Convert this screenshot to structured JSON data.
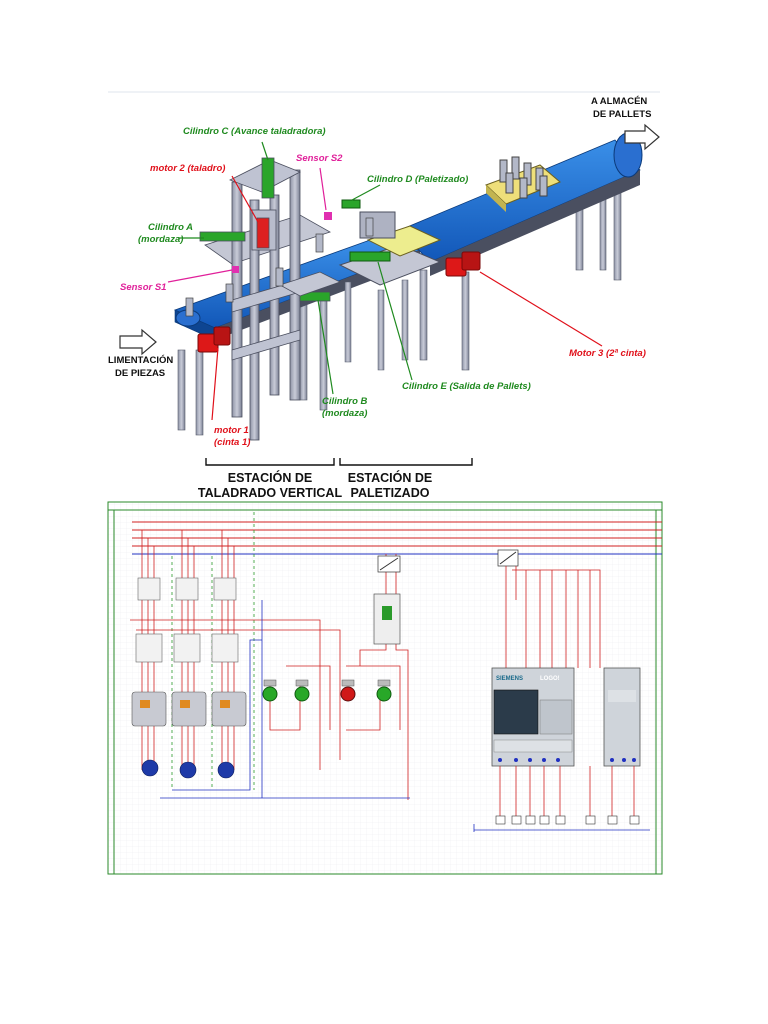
{
  "machine": {
    "labels": {
      "cyl_c": "Cilindro C (Avance taladradora)",
      "motor2": "motor 2 (taladro)",
      "sensor_s2": "Sensor S2",
      "cyl_d": "Cilindro D (Paletizado)",
      "cyl_a_1": "Cilindro A",
      "cyl_a_2": "(mordaza)",
      "sensor_s1": "Sensor S1",
      "feed_1": "LIMENTACIÓN",
      "feed_2": "DE PIEZAS",
      "motor1_1": "motor 1",
      "motor1_2": "(cinta 1)",
      "cyl_b_1": "Cilindro B",
      "cyl_b_2": "(mordaza)",
      "cyl_e": "Cilindro E (Salida de Pallets)",
      "motor3": "Motor 3 (2ª cinta)",
      "store_1": "A ALMACÉN",
      "store_2": "DE PALLETS"
    },
    "stations": {
      "drilling_1": "ESTACIÓN DE",
      "drilling_2": "TALADRADO VERTICAL",
      "palletizing_1": "ESTACIÓN DE",
      "palletizing_2": "PALETIZADO"
    }
  },
  "schematic": {
    "plc_brand": "SIEMENS",
    "plc_model": "LOGO!"
  }
}
